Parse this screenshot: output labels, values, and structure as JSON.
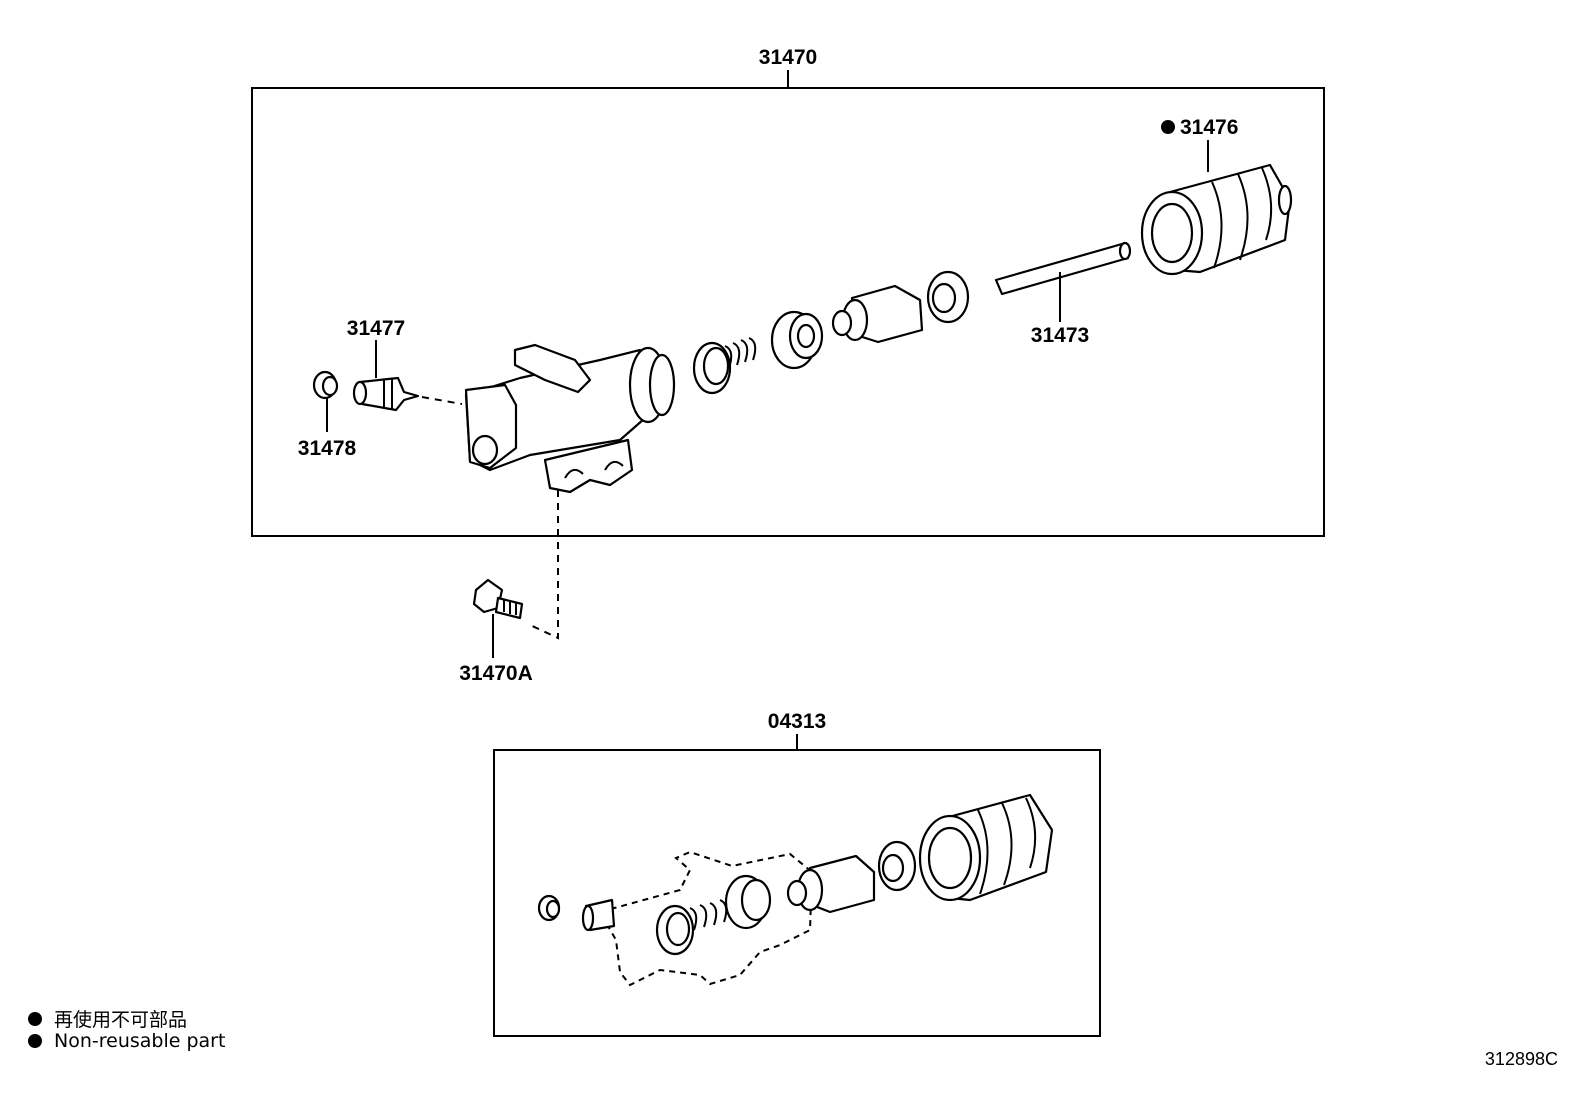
{
  "callouts": {
    "assembly_top": "31470",
    "boot": "31476",
    "rod": "31473",
    "bleeder_plug": "31477",
    "bleeder_cap": "31478",
    "bolt": "31470A",
    "kit": "04313"
  },
  "legend": {
    "line1": "再使用不可部品",
    "line2": "Non-reusable part"
  },
  "figure_id": "312898C"
}
